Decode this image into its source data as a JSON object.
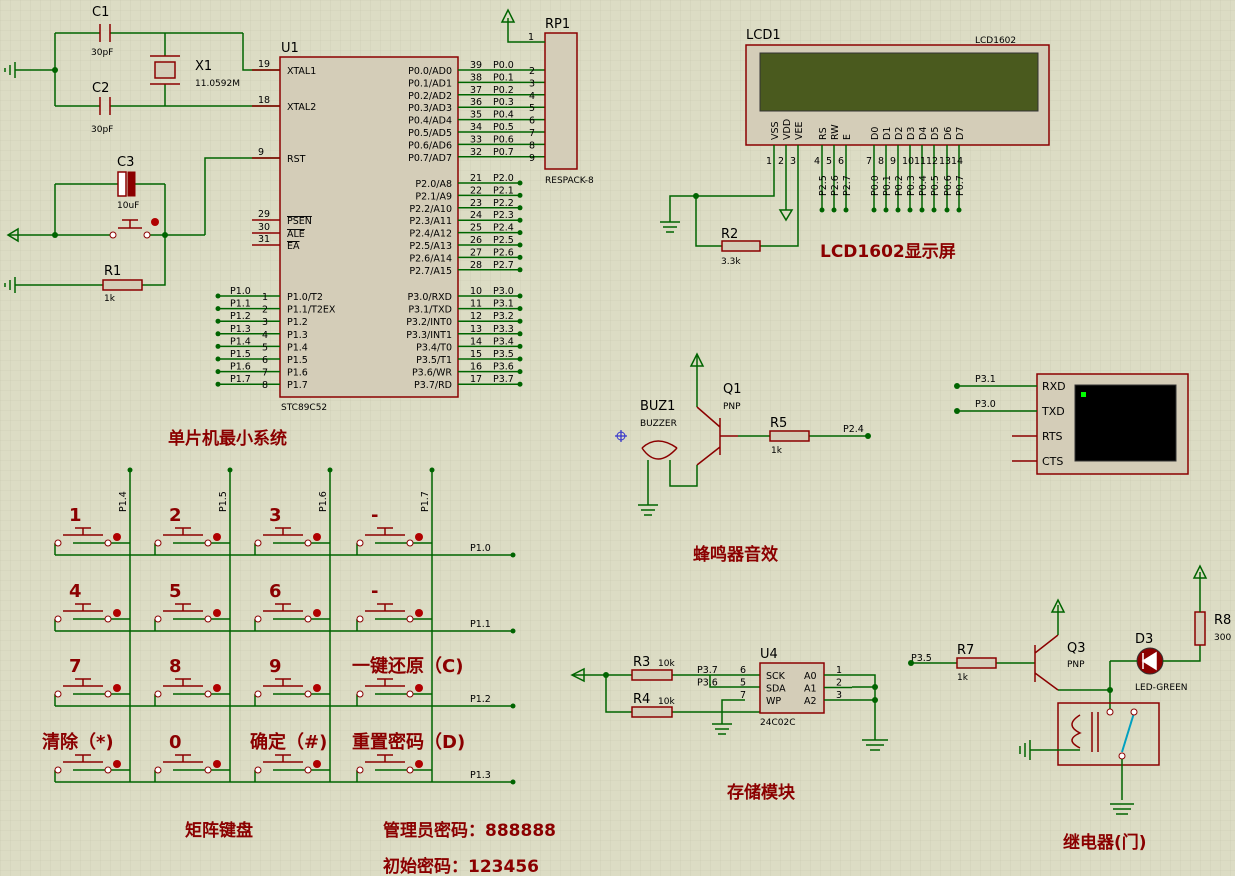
{
  "mcu": {
    "ref": "U1",
    "part": "STC89C52",
    "left_pins": [
      {
        "num": "19",
        "name": "XTAL1"
      },
      {
        "num": "18",
        "name": "XTAL2"
      },
      {
        "num": "9",
        "name": "RST"
      },
      {
        "num": "29",
        "name": "PSEN"
      },
      {
        "num": "30",
        "name": "ALE"
      },
      {
        "num": "31",
        "name": "EA"
      }
    ],
    "p1_pins": [
      {
        "num": "1",
        "name": "P1.0/T2",
        "net": "P1.0"
      },
      {
        "num": "2",
        "name": "P1.1/T2EX",
        "net": "P1.1"
      },
      {
        "num": "3",
        "name": "P1.2",
        "net": "P1.2"
      },
      {
        "num": "4",
        "name": "P1.3",
        "net": "P1.3"
      },
      {
        "num": "5",
        "name": "P1.4",
        "net": "P1.4"
      },
      {
        "num": "6",
        "name": "P1.5",
        "net": "P1.5"
      },
      {
        "num": "7",
        "name": "P1.6",
        "net": "P1.6"
      },
      {
        "num": "8",
        "name": "P1.7",
        "net": "P1.7"
      }
    ],
    "p0_pins": [
      {
        "num": "39",
        "name": "P0.0/AD0",
        "net": "P0.0"
      },
      {
        "num": "38",
        "name": "P0.1/AD1",
        "net": "P0.1"
      },
      {
        "num": "37",
        "name": "P0.2/AD2",
        "net": "P0.2"
      },
      {
        "num": "36",
        "name": "P0.3/AD3",
        "net": "P0.3"
      },
      {
        "num": "35",
        "name": "P0.4/AD4",
        "net": "P0.4"
      },
      {
        "num": "34",
        "name": "P0.5/AD5",
        "net": "P0.5"
      },
      {
        "num": "33",
        "name": "P0.6/AD6",
        "net": "P0.6"
      },
      {
        "num": "32",
        "name": "P0.7/AD7",
        "net": "P0.7"
      }
    ],
    "p2_pins": [
      {
        "num": "21",
        "name": "P2.0/A8",
        "net": "P2.0"
      },
      {
        "num": "22",
        "name": "P2.1/A9",
        "net": "P2.1"
      },
      {
        "num": "23",
        "name": "P2.2/A10",
        "net": "P2.2"
      },
      {
        "num": "24",
        "name": "P2.3/A11",
        "net": "P2.3"
      },
      {
        "num": "25",
        "name": "P2.4/A12",
        "net": "P2.4"
      },
      {
        "num": "26",
        "name": "P2.5/A13",
        "net": "P2.5"
      },
      {
        "num": "27",
        "name": "P2.6/A14",
        "net": "P2.6"
      },
      {
        "num": "28",
        "name": "P2.7/A15",
        "net": "P2.7"
      }
    ],
    "p3_pins": [
      {
        "num": "10",
        "name": "P3.0/RXD",
        "net": "P3.0"
      },
      {
        "num": "11",
        "name": "P3.1/TXD",
        "net": "P3.1"
      },
      {
        "num": "12",
        "name": "P3.2/INT0",
        "net": "P3.2"
      },
      {
        "num": "13",
        "name": "P3.3/INT1",
        "net": "P3.3"
      },
      {
        "num": "14",
        "name": "P3.4/T0",
        "net": "P3.4"
      },
      {
        "num": "15",
        "name": "P3.5/T1",
        "net": "P3.5"
      },
      {
        "num": "16",
        "name": "P3.6/WR",
        "net": "P3.6"
      },
      {
        "num": "17",
        "name": "P3.7/RD",
        "net": "P3.7"
      }
    ]
  },
  "components": {
    "c1": {
      "ref": "C1",
      "value": "30pF"
    },
    "c2": {
      "ref": "C2",
      "value": "30pF"
    },
    "c3": {
      "ref": "C3",
      "value": "10uF"
    },
    "x1": {
      "ref": "X1",
      "value": "11.0592M"
    },
    "r1": {
      "ref": "R1",
      "value": "1k"
    },
    "r2": {
      "ref": "R2",
      "value": "3.3k"
    },
    "r3": {
      "ref": "R3",
      "value": "10k"
    },
    "r4": {
      "ref": "R4",
      "value": "10k"
    },
    "r5": {
      "ref": "R5",
      "value": "1k"
    },
    "r7": {
      "ref": "R7",
      "value": "1k"
    },
    "r8": {
      "ref": "R8",
      "value": "300"
    },
    "rp1": {
      "ref": "RP1",
      "part": "RESPACK-8",
      "pin1": "1",
      "pins": [
        "2",
        "3",
        "4",
        "5",
        "6",
        "7",
        "8",
        "9"
      ]
    },
    "q1": {
      "ref": "Q1",
      "type": "PNP"
    },
    "q3": {
      "ref": "Q3",
      "type": "PNP"
    },
    "buz1": {
      "ref": "BUZ1",
      "part": "BUZZER"
    },
    "d3": {
      "ref": "D3",
      "part": "LED-GREEN"
    },
    "u4": {
      "ref": "U4",
      "part": "24C02C",
      "left_pins": [
        {
          "num": "6",
          "name": "SCK",
          "net": "P3.7"
        },
        {
          "num": "5",
          "name": "SDA",
          "net": "P3.6"
        },
        {
          "num": "7",
          "name": "WP",
          "net": ""
        }
      ],
      "right_pins": [
        {
          "num": "1",
          "name": "A0"
        },
        {
          "num": "2",
          "name": "A1"
        },
        {
          "num": "3",
          "name": "A2"
        }
      ]
    }
  },
  "lcd": {
    "ref": "LCD1",
    "part": "LCD1602",
    "pins": [
      {
        "num": "1",
        "name": "VSS",
        "net": ""
      },
      {
        "num": "2",
        "name": "VDD",
        "net": ""
      },
      {
        "num": "3",
        "name": "VEE",
        "net": ""
      },
      {
        "num": "4",
        "name": "RS",
        "net": "P2.5"
      },
      {
        "num": "5",
        "name": "RW",
        "net": "P2.6"
      },
      {
        "num": "6",
        "name": "E",
        "net": "P2.7"
      },
      {
        "num": "7",
        "name": "D0",
        "net": "P0.0"
      },
      {
        "num": "8",
        "name": "D1",
        "net": "P0.1"
      },
      {
        "num": "9",
        "name": "D2",
        "net": "P0.2"
      },
      {
        "num": "10",
        "name": "D3",
        "net": "P0.3"
      },
      {
        "num": "11",
        "name": "D4",
        "net": "P0.4"
      },
      {
        "num": "12",
        "name": "D5",
        "net": "P0.5"
      },
      {
        "num": "13",
        "name": "D6",
        "net": "P0.6"
      },
      {
        "num": "14",
        "name": "D7",
        "net": "P0.7"
      }
    ]
  },
  "terminal": {
    "pins": [
      "RXD",
      "TXD",
      "RTS",
      "CTS"
    ],
    "rxd_net": "P3.1",
    "txd_net": "P3.0"
  },
  "keypad": {
    "col_nets": [
      "P1.4",
      "P1.5",
      "P1.6",
      "P1.7"
    ],
    "row_nets": [
      "P1.0",
      "P1.1",
      "P1.2",
      "P1.3"
    ],
    "key_labels": [
      [
        "1",
        "2",
        "3",
        "-"
      ],
      [
        "4",
        "5",
        "6",
        "-"
      ],
      [
        "7",
        "8",
        "9",
        "一键还原（C)"
      ],
      [
        "清除（*)",
        "0",
        "确定（#)",
        "重置密码（D)"
      ]
    ]
  },
  "nets": {
    "buzzer_base": "P2.4",
    "relay_drive": "P3.5"
  },
  "section_titles": {
    "mcu": "单片机最小系统",
    "lcd": "LCD1602显示屏",
    "buzzer": "蜂鸣器音效",
    "keypad": "矩阵键盘",
    "storage": "存储模块",
    "relay": "继电器(门)"
  },
  "notes": {
    "admin_password": "管理员密码：888888",
    "initial_password": "初始密码：123456"
  },
  "colors": {
    "background": "#dcdcc4",
    "wire": "#006400",
    "component": "#8b0000",
    "title": "#8b0000",
    "lcd_screen": "#4a5a1e",
    "terminal_screen": "#000000"
  }
}
